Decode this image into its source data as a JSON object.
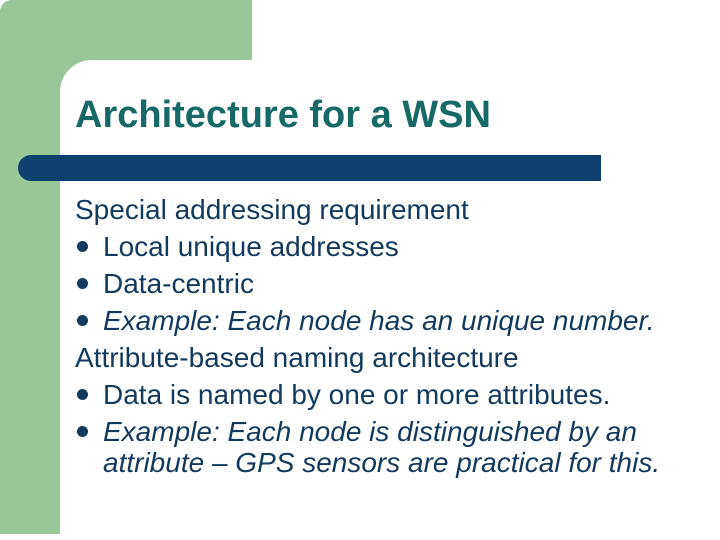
{
  "slide": {
    "title": "Architecture for a WSN",
    "body": [
      {
        "text": "Special addressing requirement",
        "bullet": false,
        "italic": false
      },
      {
        "text": "Local unique addresses",
        "bullet": true,
        "italic": false
      },
      {
        "text": "Data-centric",
        "bullet": true,
        "italic": false
      },
      {
        "text": "Example: Each node has an unique number.",
        "bullet": true,
        "italic": true
      },
      {
        "text": "Attribute-based naming architecture",
        "bullet": false,
        "italic": false
      },
      {
        "text": "Data is named by one or more attributes.",
        "bullet": true,
        "italic": false
      },
      {
        "text": "Example: Each node is distinguished by an attribute – GPS sensors are practical for this.",
        "bullet": true,
        "italic": true
      }
    ]
  },
  "colors": {
    "template_green": "#98C798",
    "title_teal": "#166964",
    "bar_navy": "#0F3F6E",
    "text_navy": "#12395E",
    "background": "#FFFFFF"
  }
}
